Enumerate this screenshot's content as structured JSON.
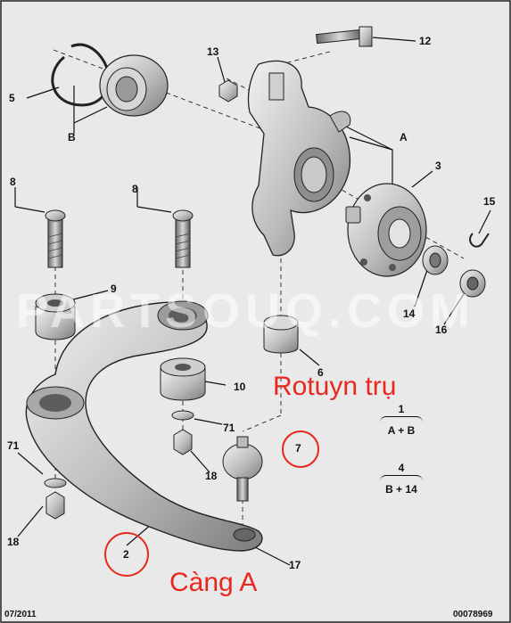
{
  "callouts": {
    "c1": "1",
    "c2": "2",
    "c3": "3",
    "c4": "4",
    "c5": "5",
    "c6": "6",
    "c7": "7",
    "c8a": "8",
    "c8b": "8",
    "c9": "9",
    "c10": "10",
    "c71a": "71",
    "c71b": "71",
    "c12": "12",
    "c13": "13",
    "c14": "14",
    "c15": "15",
    "c16": "16",
    "c17": "17",
    "c18a": "18",
    "c18b": "18",
    "cA": "A",
    "cB": "B"
  },
  "legend": {
    "one_top": "1",
    "one_bottom": "A + B",
    "four_top": "4",
    "four_bottom": "B + 14"
  },
  "annotations": {
    "ball_joint": "Rotuyn trụ",
    "control_arm": "Càng A"
  },
  "watermark": "PARTSOUQ.COM",
  "footer": {
    "date": "07/2011",
    "code": "00078969"
  },
  "colors": {
    "annotation_red": "#e8281e",
    "background": "#e9e9e9"
  }
}
